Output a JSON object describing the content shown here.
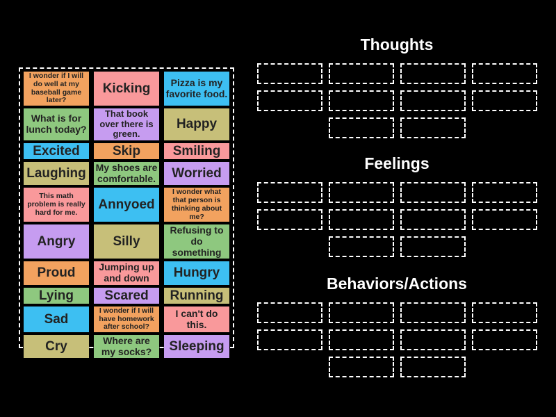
{
  "activity": {
    "type": "group-sort"
  },
  "palette": {
    "orange": "#F2A25F",
    "pink": "#F9999B",
    "blue": "#3DBFF2",
    "green": "#8EC87F",
    "purple": "#C69CF0",
    "khaki": "#C7BF79",
    "background": "#000000",
    "tile_text": "#222222",
    "slot_border": "#FFFFFF",
    "title_text": "#FFFFFF"
  },
  "tiles": [
    {
      "text": "I wonder if I will do well at my baseball game later?",
      "color": "orange"
    },
    {
      "text": "Kicking",
      "color": "pink"
    },
    {
      "text": "Pizza is my favorite food.",
      "color": "blue"
    },
    {
      "text": "What is for lunch today?",
      "color": "green"
    },
    {
      "text": "That book over there is green.",
      "color": "purple"
    },
    {
      "text": "Happy",
      "color": "khaki"
    },
    {
      "text": "Excited",
      "color": "blue"
    },
    {
      "text": "Skip",
      "color": "orange"
    },
    {
      "text": "Smiling",
      "color": "pink"
    },
    {
      "text": "Laughing",
      "color": "khaki"
    },
    {
      "text": "My shoes are comfortable.",
      "color": "green"
    },
    {
      "text": "Worried",
      "color": "purple"
    },
    {
      "text": "This math problem is really hard for me.",
      "color": "pink"
    },
    {
      "text": "Annyoed",
      "color": "blue"
    },
    {
      "text": "I wonder what that person is thinking about me?",
      "color": "orange"
    },
    {
      "text": "Angry",
      "color": "purple"
    },
    {
      "text": "Silly",
      "color": "khaki"
    },
    {
      "text": "Refusing to do something",
      "color": "green"
    },
    {
      "text": "Proud",
      "color": "orange"
    },
    {
      "text": "Jumping up and down",
      "color": "pink"
    },
    {
      "text": "Hungry",
      "color": "blue"
    },
    {
      "text": "Lying",
      "color": "green"
    },
    {
      "text": "Scared",
      "color": "purple"
    },
    {
      "text": "Running",
      "color": "khaki"
    },
    {
      "text": "Sad",
      "color": "blue"
    },
    {
      "text": "I wonder if I will have homework after school?",
      "color": "orange"
    },
    {
      "text": "I can't do this.",
      "color": "pink"
    },
    {
      "text": "Cry",
      "color": "khaki"
    },
    {
      "text": "Where are my socks?",
      "color": "green"
    },
    {
      "text": "Sleeping",
      "color": "purple"
    }
  ],
  "groups": [
    {
      "label": "Thoughts",
      "slots": 10
    },
    {
      "label": "Feelings",
      "slots": 10
    },
    {
      "label": "Behaviors/Actions",
      "slots": 10
    }
  ]
}
